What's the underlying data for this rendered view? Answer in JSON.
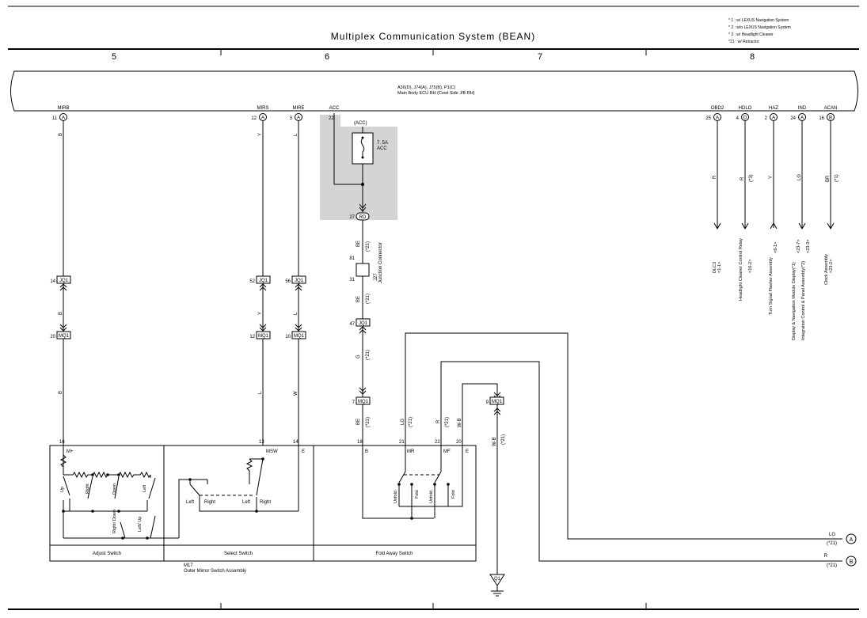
{
  "title": "Multiplex Communication System (BEAN)",
  "notes": [
    "* 1 : w/ LEXUS Navigation System",
    "* 2 : w/o LEXUS Navigation System",
    "* 3 : w/ Headlight Cleaner",
    "*21 : w/ Retractor"
  ],
  "columns": [
    "5",
    "6",
    "7",
    "8"
  ],
  "ecu": {
    "connectors": "A36(D), J74(A), J75(B), P1(C)",
    "name": "Main Body ECU RH (Cowl Side J/B RH)"
  },
  "top_terms": [
    {
      "sig": "MIRB",
      "pin": "11",
      "conn": "A"
    },
    {
      "sig": "MIRS",
      "pin": "12",
      "conn": "A"
    },
    {
      "sig": "MIRE",
      "pin": "3",
      "conn": "A"
    },
    {
      "sig": "ACC",
      "pin": "22",
      "conn": ""
    },
    {
      "sig": "OBD2",
      "pin": "25",
      "conn": "A"
    },
    {
      "sig": "HDLO",
      "pin": "4",
      "conn": "D"
    },
    {
      "sig": "HAZ",
      "pin": "2",
      "conn": "A"
    },
    {
      "sig": "IND",
      "pin": "24",
      "conn": "A"
    },
    {
      "sig": "ACAN",
      "pin": "16",
      "conn": "B"
    }
  ],
  "fuse": {
    "acc_label": "(ACC)",
    "rating": "7. 5A",
    "name": "ACC",
    "conn_pin": "27",
    "conn": "RD"
  },
  "junction": {
    "top_pin": "81",
    "bottom_pin": "31",
    "code": "J27",
    "name": "Junction Connector"
  },
  "wires": {
    "mirb": [
      "B",
      "B",
      "B"
    ],
    "mirs": [
      "Y",
      "Y",
      "L"
    ],
    "mire": [
      "L",
      "L",
      "W"
    ],
    "acc": [
      "BE",
      "BE",
      "G",
      "BE"
    ],
    "tag21": "(*21)",
    "lg": "LG",
    "r": "R",
    "wb": "W-B"
  },
  "inline_conns": [
    {
      "pin": "14",
      "name": "JQ1"
    },
    {
      "pin": "52",
      "name": "JQ1"
    },
    {
      "pin": "56",
      "name": "JQ1"
    },
    {
      "pin": "20",
      "name": "MQ1"
    },
    {
      "pin": "12",
      "name": "MQ1"
    },
    {
      "pin": "10",
      "name": "MQ1"
    },
    {
      "pin": "47",
      "name": "JQ1"
    },
    {
      "pin": "7",
      "name": "MQ1"
    },
    {
      "pin": "9",
      "name": "MQ1"
    }
  ],
  "right_wires": [
    {
      "color": "R",
      "tag": "",
      "dest": "DLC3",
      "ref": "<1-1>"
    },
    {
      "color": "R",
      "tag": "(*3)",
      "dest": "Headlight Cleaner Control Relay",
      "ref": "<16-2>"
    },
    {
      "color": "Y",
      "tag": "",
      "dest": "Turn Signal Flasher Assembly",
      "ref": "<6-1>"
    },
    {
      "color": "LG",
      "tag": "",
      "dest": "Display & Navigation Module Display(*1)",
      "dest2": "Integration Control & Panel Assembly(*2)",
      "ref": "<23-7>",
      "ref2": "<23-3>"
    },
    {
      "color": "BR",
      "tag": "(*1)",
      "dest": "Clock Assembly",
      "ref": "<23-2>"
    }
  ],
  "switch": {
    "pins": [
      "16",
      "13",
      "14",
      "18",
      "21",
      "22",
      "20"
    ],
    "terms": [
      "M+",
      "MSW",
      "E",
      "B",
      "MR",
      "MF",
      "E"
    ],
    "adjust_labels": [
      "Up",
      "Right",
      "Down",
      "Left",
      "Right/ Down",
      "Left/ Up"
    ],
    "select_labels": [
      "Left",
      "Right",
      "Left",
      "Right"
    ],
    "fold_labels": [
      "Unfold",
      "Fold",
      "Unfold",
      "Fold"
    ],
    "sections": [
      "Adjust Switch",
      "Select Switch",
      "Fold Away Switch"
    ],
    "code": "M17",
    "name": "Outer Mirror Switch Assembly"
  },
  "ground": "Q1",
  "offpage": [
    {
      "color": "LG",
      "tag": "(*21)",
      "letter": "A"
    },
    {
      "color": "R",
      "tag": "(*21)",
      "letter": "B"
    }
  ]
}
